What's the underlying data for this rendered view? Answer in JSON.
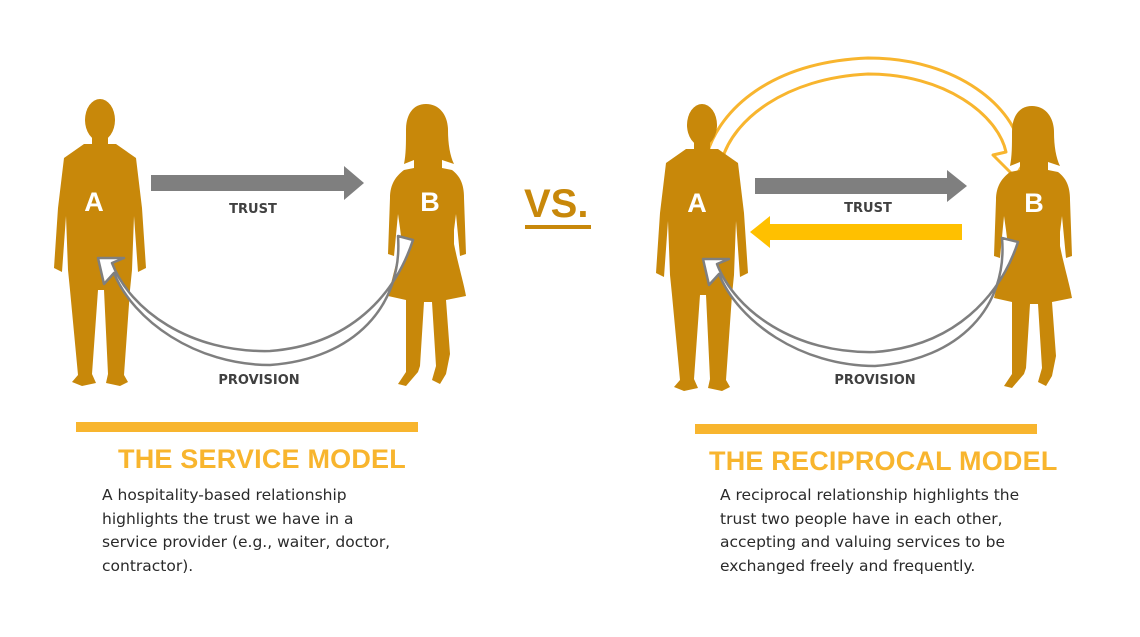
{
  "colors": {
    "figure": "#C8880A",
    "trust_arrow": "#7F7F7F",
    "accent": "#F8B52E",
    "yellow_arrow": "#FFC000",
    "text": "#2a2a2a"
  },
  "vs_label": "VS.",
  "service": {
    "person_a_label": "A",
    "person_b_label": "B",
    "trust_label": "TRUST",
    "provision_label": "PROVISION",
    "title": "THE SERVICE MODEL",
    "description": "A hospitality-based relationship highlights the trust we have in a service provider (e.g., waiter, doctor, contractor)."
  },
  "reciprocal": {
    "person_a_label": "A",
    "person_b_label": "B",
    "trust_label": "TRUST",
    "provision_label": "PROVISION",
    "title": "THE RECIPROCAL MODEL",
    "description": "A reciprocal relationship highlights the trust two people have in each other, accepting and valuing services to be exchanged freely and frequently."
  }
}
